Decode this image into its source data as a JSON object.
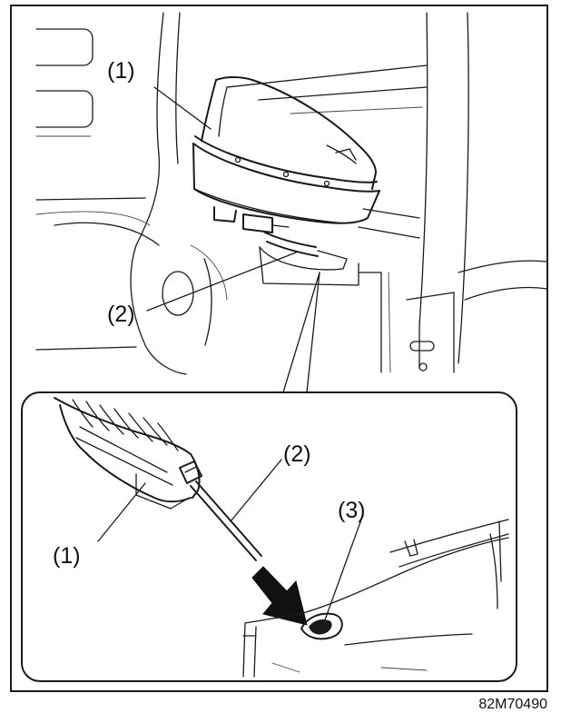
{
  "figure_id": "82M70490",
  "callouts": {
    "top_item1": "(1)",
    "top_item2": "(2)",
    "detail_item1": "(1)",
    "detail_item2": "(2)",
    "detail_item3": "(3)"
  },
  "colors": {
    "line": "#1a1a1a",
    "background": "#ffffff",
    "arrow": "#111111"
  },
  "icons": {
    "insert_direction": "arrow-down-right-icon"
  }
}
